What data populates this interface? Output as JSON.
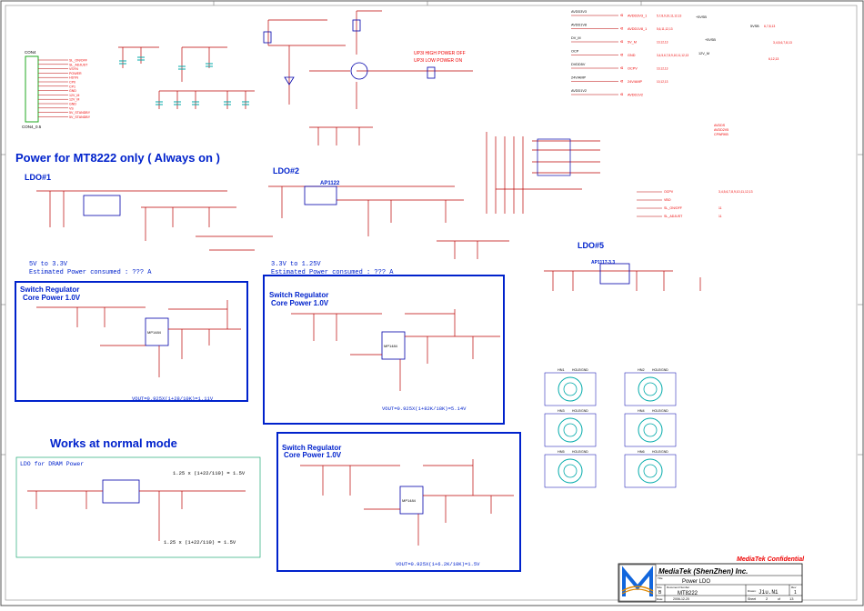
{
  "headings": {
    "power_title": "Power for MT8222 only ( Always on )",
    "works_title": "Works at  normal mode",
    "ldo1": "LDO#1",
    "ldo2": "LDO#2",
    "ldo5": "LDO#5",
    "ldo2_part": "AP1122",
    "ldo5_part": "AP1117-3.3"
  },
  "notes": {
    "ldo1_conv": "5V to 3.3V",
    "ldo1_power": "Estimated Power consumed : ??? A",
    "ldo2_conv": "3.3V to 1.25V",
    "ldo2_power": "Estimated Power consumed : ??? A",
    "upd_high": "UP3I  HIGH  POWER OFF",
    "upd_low": "UP3I  LOW  POWER ON",
    "dram_title": "LDO for DRAM Power",
    "dram_eq1": "1.25 x (1+22/110) = 1.5V",
    "dram_eq2": "1.25 x (1+22/110) = 1.5V"
  },
  "regulators": [
    {
      "title": "Switch Regulator",
      "subtitle": "Core Power 1.0V",
      "chip": "MP1484",
      "vout": "VOUT=0.925X(1+28/10K)=1.11V"
    },
    {
      "title": "Switch Regulator",
      "subtitle": "Core Power 1.0V",
      "chip": "MP1484",
      "vout": "VOUT=0.925X(1+82K/18K)=5.14V"
    },
    {
      "title": "Switch Regulator",
      "subtitle": "Core Power 1.0V",
      "chip": "MP1484",
      "vout": "VOUT=0.925X(1+6.2K/10K)=1.5V"
    }
  ],
  "connector": {
    "name": "CON4",
    "ref": "CON4_0.5",
    "pins": [
      "SL_ON/OFF",
      "SL_ADJUST",
      "VSYN",
      "POWER",
      "HSYN",
      "CP0",
      "CP1",
      "GND",
      "12V_M",
      "12V_M",
      "GND",
      "VS",
      "5V_STANDBY",
      "5V_STANDBY"
    ]
  },
  "net_labels": {
    "left": [
      "AVDD3V3",
      "AVDD1V8",
      "DV_M",
      "OCP",
      "DVDD5V",
      "24V/AMP",
      "AVDD1V2"
    ],
    "right": [
      "AVDD3V3_1",
      "AVDD1V8_1",
      "5V_M",
      "GND",
      "OCPV",
      "24V/AMP",
      "AVDD1V2"
    ],
    "refs": [
      "5,7,8,9,10,11,12,13",
      "5,6,11,12,13",
      "10,12,13",
      "3,4,5,6,7,8,9,10,11,12,13",
      "10,12,13",
      "10,12,13"
    ],
    "mid_signals": [
      "OCPV",
      "VBO",
      "SL_ON/OFF",
      "SL_ADJUST"
    ],
    "upper_right": [
      "+5VSB",
      "+5VSB",
      "5VSB",
      "12V_M"
    ],
    "upper_right_refs": [
      "6,7,8,13",
      "3,4,5,6,7,8,13",
      "6,12,13"
    ],
    "bottom_right": [
      "AVDDS",
      "AVDD2V5",
      "CPWRKB"
    ],
    "gnd_refs": [
      "3,4,5,6,7,8,9,10,11,12,13",
      "11",
      "11"
    ]
  },
  "holes": {
    "labels": [
      "HN1",
      "HN2",
      "HN3",
      "HN4",
      "HN5",
      "HN6"
    ],
    "caption": "HOLE/GND"
  },
  "title_block": {
    "confidential": "MediaTek Confidential",
    "company": "MediaTek (ShenZhen) Inc.",
    "title_label": "Title",
    "title": "Power LDO",
    "size_label": "Size",
    "size": "B",
    "doc_label": "Document Number",
    "doc": "MT8222",
    "date_label": "Date:",
    "date": "2006-12-20",
    "drawn_label": "Drawn:",
    "drawn": "Jiu.Ni",
    "rev_label": "Rev",
    "rev": "1",
    "sheet_label": "Sheet",
    "sheet": "2",
    "of_label": "of",
    "of": "13"
  }
}
